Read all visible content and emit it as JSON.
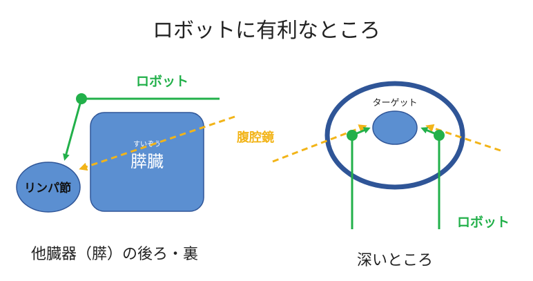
{
  "title": "ロボットに有利なところ",
  "left_panel": {
    "robot_label": "ロボット",
    "laparoscope_label": "腹腔鏡",
    "pancreas_label": "膵臓",
    "pancreas_ruby": "すいぞう",
    "lymph_label": "リンパ節",
    "caption": "他臓器（膵）の後ろ・裏"
  },
  "right_panel": {
    "target_label": "ターゲット",
    "robot_label": "ロボット",
    "caption": "深いところ"
  },
  "colors": {
    "organ_fill": "#5b8fd1",
    "organ_stroke": "#2f5597",
    "ring_stroke": "#2f5597",
    "robot_green": "#22b04a",
    "scope_yellow": "#f2b418",
    "text_dark": "#222222"
  }
}
